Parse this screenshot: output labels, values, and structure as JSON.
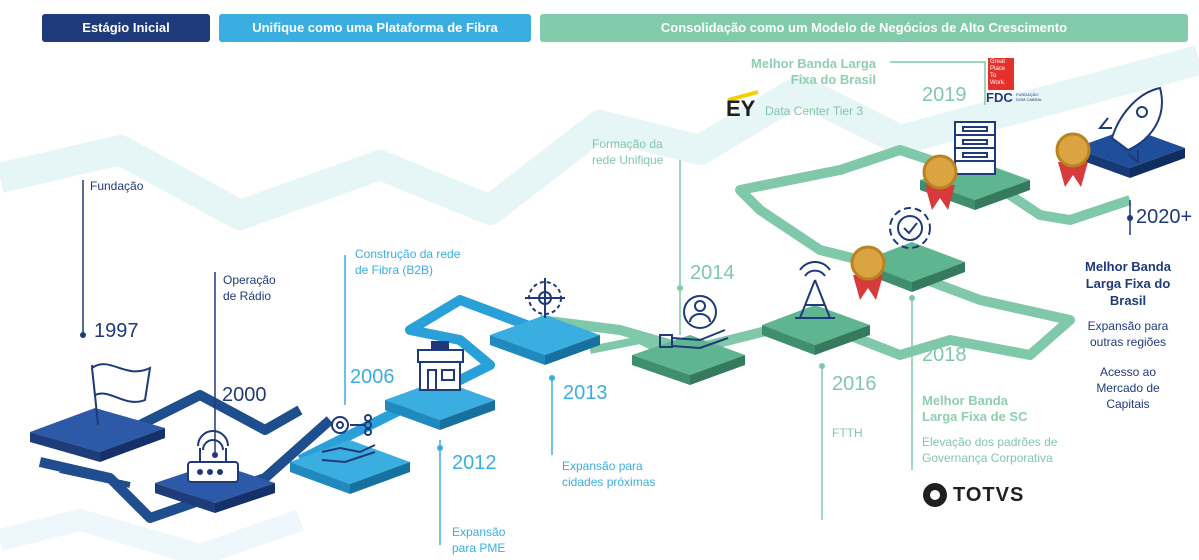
{
  "phases": {
    "p1": "Estágio Inicial",
    "p2": "Unifique como uma Plataforma de Fibra",
    "p3": "Consolidação como um Modelo de Negócios de Alto Crescimento"
  },
  "colors": {
    "navy": "#1f3a7a",
    "blue": "#2aa5dc",
    "green": "#7fc8a9",
    "darkgreen": "#4a9b7c",
    "gold": "#d9a441",
    "red": "#d63a3a"
  },
  "milestones": {
    "m1997": {
      "year": "1997",
      "label": "Fundação"
    },
    "m2000": {
      "year": "2000",
      "label_1": "Operação",
      "label_2": "de Rádio"
    },
    "m2006": {
      "year": "2006",
      "label_1": "Construção da rede",
      "label_2": "de Fibra (B2B)"
    },
    "m2012": {
      "year": "2012",
      "label_1": "Expansão",
      "label_2": "para PME"
    },
    "m2013": {
      "year": "2013",
      "label_1": "Expansão para",
      "label_2": "cidades próximas"
    },
    "m2014": {
      "year": "2014",
      "label_1": "Formação da",
      "label_2": "rede Unifique"
    },
    "m2016": {
      "year": "2016",
      "label": "FTTH"
    },
    "m2018": {
      "year": "2018",
      "award_1": "Melhor Banda",
      "award_2": "Larga Fixa de SC",
      "label_1": "Elevação dos padrões de",
      "label_2": "Governança Corporativa",
      "logo": "TOTVS"
    },
    "m2019": {
      "year": "2019",
      "award_1": "Melhor Banda Larga",
      "award_2": "Fixa do Brasil",
      "ey": "EY",
      "label": "Data Center Tier 3",
      "gptw_1": "Great",
      "gptw_2": "Place",
      "gptw_3": "To",
      "gptw_4": "Work.",
      "fdc": "FDC",
      "fdc_sub_1": "FUNDAÇÃO",
      "fdc_sub_2": "DOM CABRAL"
    },
    "m2020": {
      "year": "2020+",
      "award_1": "Melhor Banda",
      "award_2": "Larga Fixa do",
      "award_3": "Brasil",
      "label_1": "Expansão para",
      "label_2": "outras regiões",
      "label_3": "Acesso ao",
      "label_4": "Mercado de",
      "label_5": "Capitais"
    }
  },
  "icons": [
    "flag-icon",
    "router-icon",
    "gear-hand-icon",
    "storefront-icon",
    "network-target-icon",
    "person-hand-icon",
    "antenna-tower-icon",
    "gear-check-icon",
    "server-icon",
    "rocket-icon",
    "gold-medal-icon"
  ]
}
